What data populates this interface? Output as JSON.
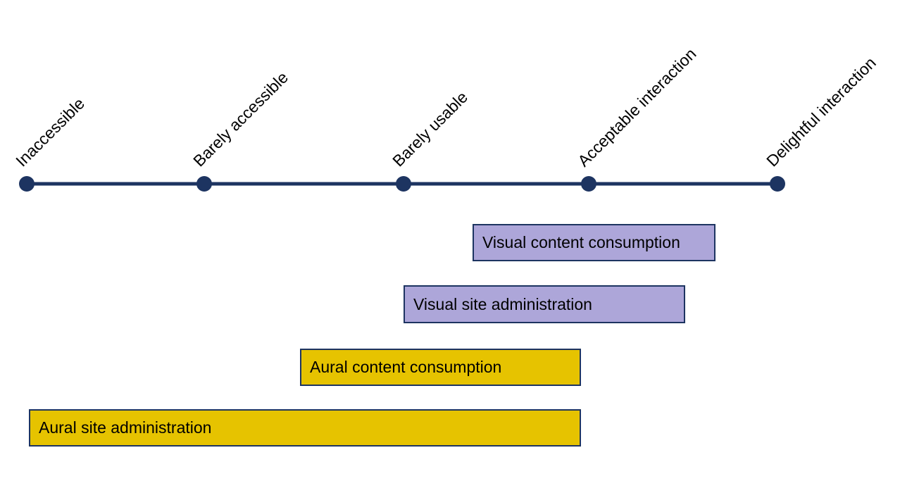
{
  "colors": {
    "line": "#1d3461",
    "visual": "#ada6d9",
    "aural": "#e6c300"
  },
  "scale": {
    "stages": [
      {
        "label": "Inaccessible"
      },
      {
        "label": "Barely accessible"
      },
      {
        "label": "Barely usable"
      },
      {
        "label": "Acceptable interaction"
      },
      {
        "label": "Delightful interaction"
      }
    ]
  },
  "bars": [
    {
      "label": "Visual content consumption",
      "group": "visual"
    },
    {
      "label": "Visual site administration",
      "group": "visual"
    },
    {
      "label": "Aural content consumption",
      "group": "aural"
    },
    {
      "label": "Aural site administration",
      "group": "aural"
    }
  ]
}
